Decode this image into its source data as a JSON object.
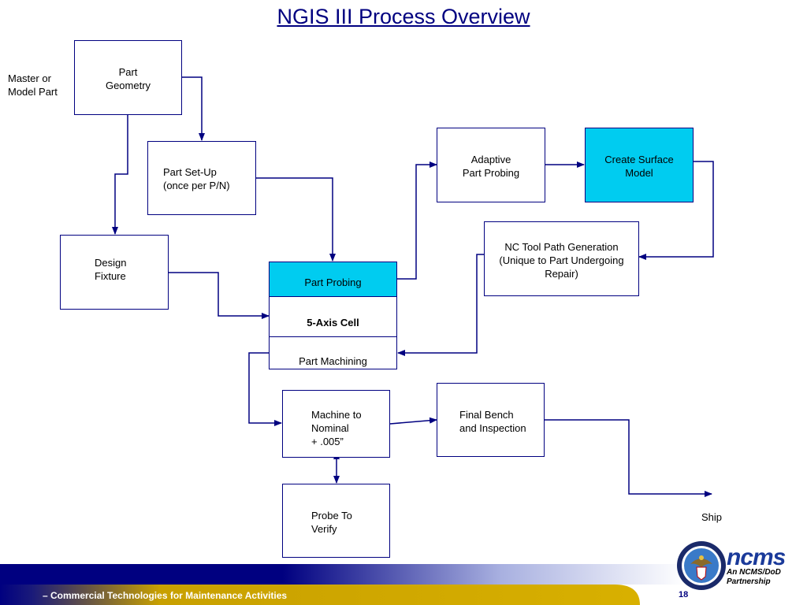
{
  "title": "NGIS III Process Overview",
  "side_label": "Master or\nModel Part",
  "boxes": {
    "part_geometry": "Part\nGeometry",
    "part_setup": "Part Set-Up\n(once per P/N)",
    "design_fixture": "Design\nFixture",
    "adaptive_probing": "Adaptive\nPart Probing",
    "create_surface": "Create Surface\nModel",
    "nc_toolpath": "NC Tool Path Generation\n(Unique to Part Undergoing\nRepair)",
    "part_probing": "Part Probing",
    "five_axis": "5-Axis Cell",
    "part_machining": "Part Machining",
    "machine_nominal": "Machine to\nNominal\n + .005”",
    "final_bench": "Final Bench\nand Inspection",
    "probe_verify": "Probe To\n Verify"
  },
  "ship_label": "Ship",
  "footer": {
    "text": "– Commercial Technologies for Maintenance Activities",
    "page": "18"
  },
  "logo": {
    "brand": "ncms",
    "tagline": "An NCMS/DoD\nPartnership",
    "seal": "Department of Defense seal"
  },
  "colors": {
    "title": "#000080",
    "border": "#000080",
    "highlight": "#00ccf0",
    "footer_navy": "#000080",
    "footer_gold": "#d4a800"
  }
}
